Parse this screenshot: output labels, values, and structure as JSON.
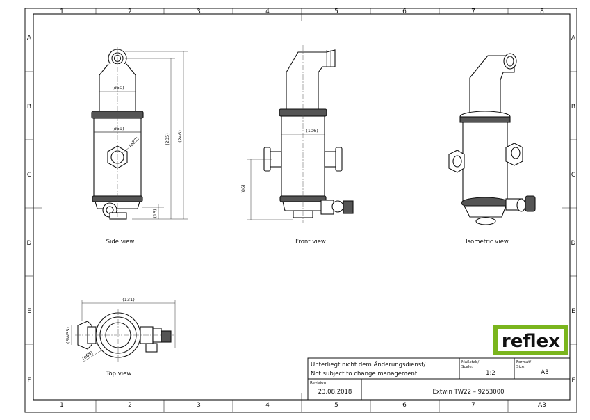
{
  "colors": {
    "logo_green": "#7ab51d",
    "ink": "#111111"
  },
  "frame": {
    "columns": [
      "1",
      "2",
      "3",
      "4",
      "5",
      "6",
      "7",
      "8"
    ],
    "rows": [
      "A",
      "B",
      "C",
      "D",
      "E",
      "F"
    ],
    "bottom_right": "A3"
  },
  "views": {
    "side": {
      "label": "Side view",
      "d_top": "(ø50)",
      "d_body": "(ø59)",
      "nut": "(ø22)",
      "h1": "(235)",
      "h2": "(246)",
      "h3": "(15)"
    },
    "front": {
      "label": "Front view",
      "width": "(106)",
      "height": "(86)"
    },
    "iso": {
      "label": "Isometric view"
    },
    "top": {
      "label": "Top view",
      "width": "(131)",
      "sw": "(SW35)",
      "dia": "(ø65)"
    }
  },
  "logo": {
    "text": "reflex"
  },
  "title_block": {
    "note_de": "Unterliegt nicht dem Änderungsdienst/",
    "note_en": "Not subject to change management",
    "scale_label": "Maßstab/",
    "scale_label2": "Scale:",
    "scale_value": "1:2",
    "format_label": "Format/",
    "format_label2": "Size:",
    "format_value": "A3",
    "revision_label": "Revision",
    "revision_date": "23.08.2018",
    "product": "Extwin TW22 – 9253000"
  }
}
